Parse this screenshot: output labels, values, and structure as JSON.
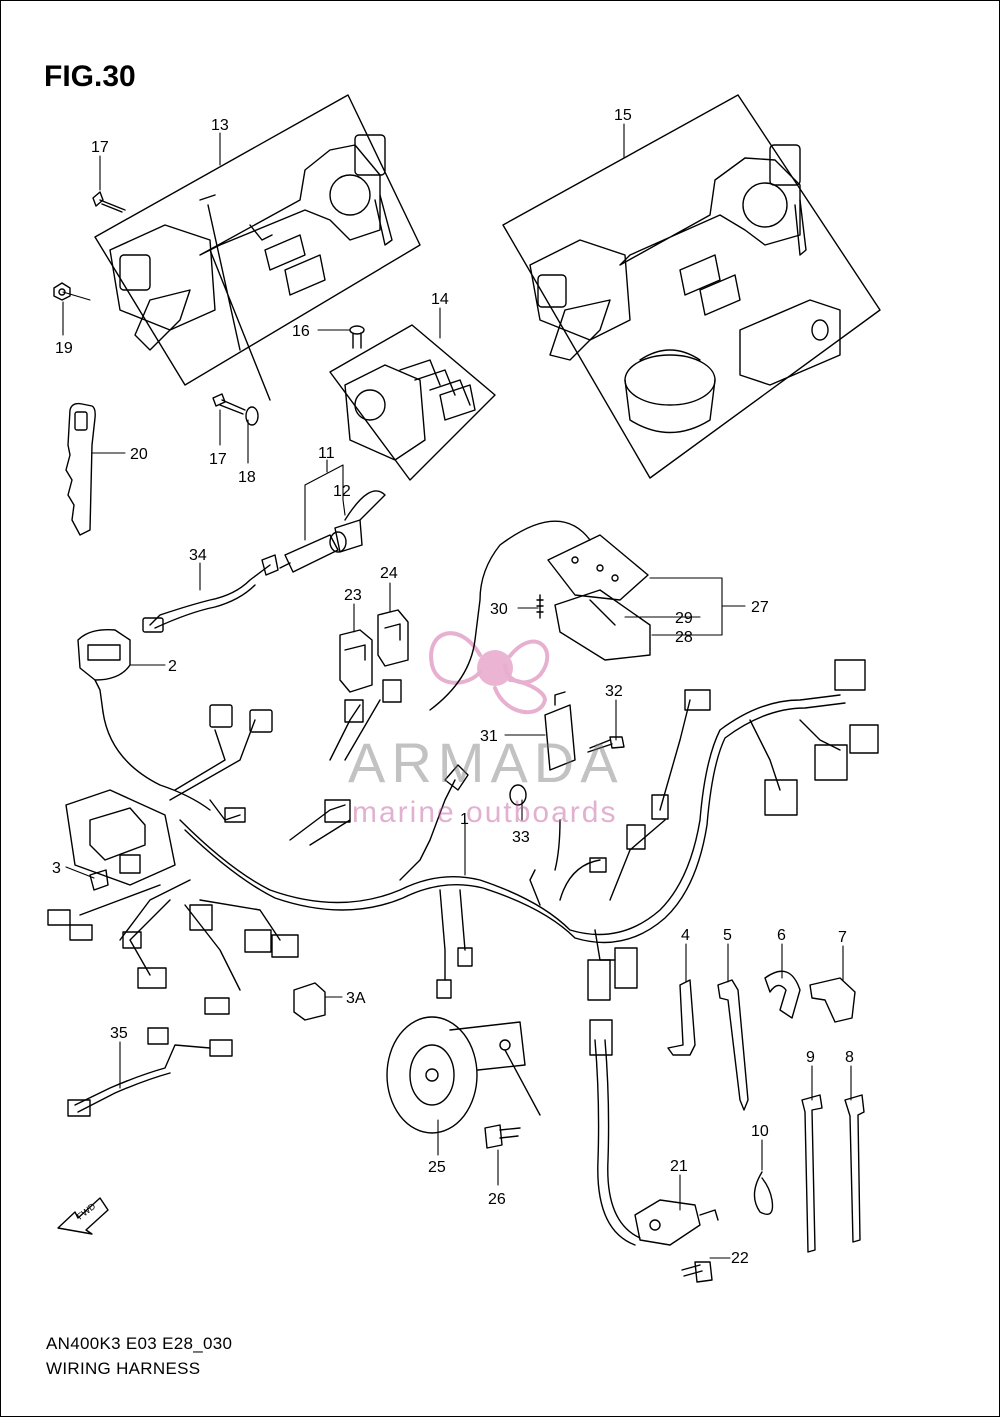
{
  "figure": {
    "title": "FIG.30"
  },
  "footer": {
    "code": "AN400K3 E03 E28_030",
    "name": "WIRING HARNESS"
  },
  "watermark": {
    "name": "ARMADA",
    "tagline": "marine outboards",
    "colors": {
      "logo": "#e3a3c8",
      "text": "#8a8a8a"
    }
  },
  "fwd_label": "FWD",
  "callouts": [
    {
      "id": "c13",
      "label": "13"
    },
    {
      "id": "c17a",
      "label": "17"
    },
    {
      "id": "c19",
      "label": "19"
    },
    {
      "id": "c15",
      "label": "15"
    },
    {
      "id": "c14",
      "label": "14"
    },
    {
      "id": "c16",
      "label": "16"
    },
    {
      "id": "c17b",
      "label": "17"
    },
    {
      "id": "c18",
      "label": "18"
    },
    {
      "id": "c20",
      "label": "20"
    },
    {
      "id": "c11",
      "label": "11"
    },
    {
      "id": "c12",
      "label": "12"
    },
    {
      "id": "c34",
      "label": "34"
    },
    {
      "id": "c23",
      "label": "23"
    },
    {
      "id": "c24",
      "label": "24"
    },
    {
      "id": "c27",
      "label": "27"
    },
    {
      "id": "c29",
      "label": "29"
    },
    {
      "id": "c28",
      "label": "28"
    },
    {
      "id": "c30",
      "label": "30"
    },
    {
      "id": "c2",
      "label": "2"
    },
    {
      "id": "c32",
      "label": "32"
    },
    {
      "id": "c31",
      "label": "31"
    },
    {
      "id": "c33",
      "label": "33"
    },
    {
      "id": "c1",
      "label": "1"
    },
    {
      "id": "c3",
      "label": "3"
    },
    {
      "id": "c3a",
      "label": "3A"
    },
    {
      "id": "c4",
      "label": "4"
    },
    {
      "id": "c5",
      "label": "5"
    },
    {
      "id": "c6",
      "label": "6"
    },
    {
      "id": "c7",
      "label": "7"
    },
    {
      "id": "c9",
      "label": "9"
    },
    {
      "id": "c8",
      "label": "8"
    },
    {
      "id": "c10",
      "label": "10"
    },
    {
      "id": "c35",
      "label": "35"
    },
    {
      "id": "c25",
      "label": "25"
    },
    {
      "id": "c26",
      "label": "26"
    },
    {
      "id": "c21",
      "label": "21"
    },
    {
      "id": "c22",
      "label": "22"
    }
  ]
}
